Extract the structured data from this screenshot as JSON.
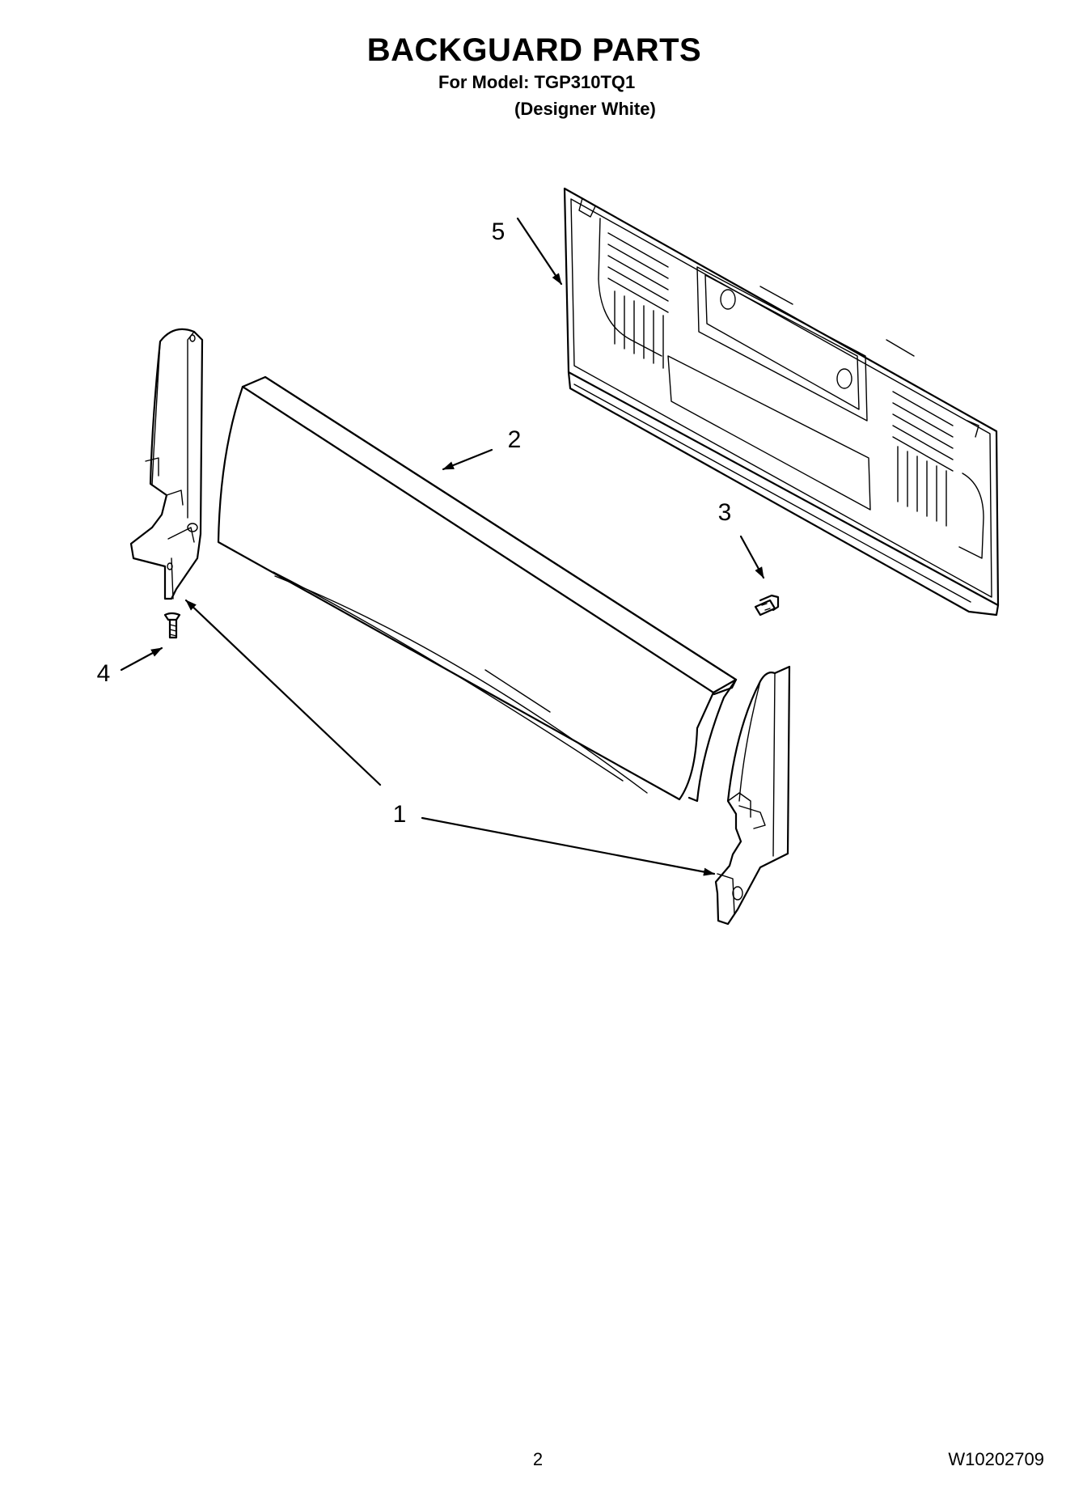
{
  "header": {
    "title": "BACKGUARD PARTS",
    "model_line": "For Model: TGP310TQ1",
    "color_line": "(Designer White)"
  },
  "callouts": {
    "c1": "1",
    "c2": "2",
    "c3": "3",
    "c4": "4",
    "c5": "5"
  },
  "footer": {
    "page_number": "2",
    "document_number": "W10202709"
  }
}
